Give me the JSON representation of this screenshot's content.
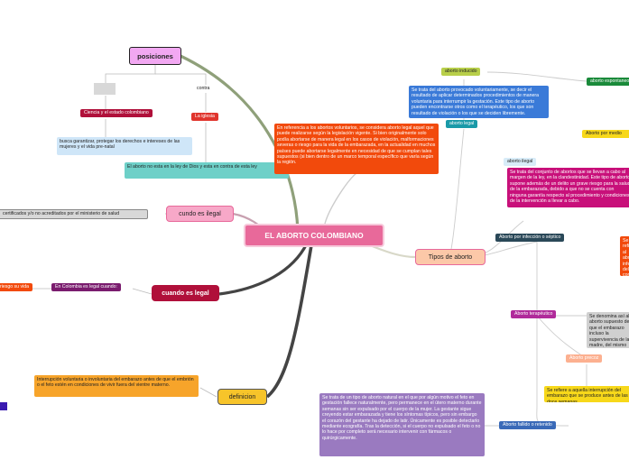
{
  "root": {
    "title": "EL  ABORTO COLOMBIANO"
  },
  "branches": {
    "posiciones": "posiciones",
    "cundo_es_ilegal": "cundo es ilegal",
    "cuando_es_legal": "cuando es legal",
    "definicion": "definicion",
    "tipos_de_aborto": "Tipos de aborto"
  },
  "posiciones": {
    "contra": "contra",
    "iglesia": "La iglesia",
    "iglesia_desc": "El aborto no esta en  la ley de Dios y esta en contra de esta ley",
    "iglesia_colombiano": "Ciencia y el estado colombiano",
    "derechos": "busca garantizar, protegar los derechos e intereses de las mujeres y el vida pre-natal"
  },
  "ilegal": {
    "certificados": "certificados y/o no acreditados por el ministerio de salud"
  },
  "legal": {
    "colombia": "En Colombia es legal cuando:",
    "riesgo": "riesgo su vida"
  },
  "definicion": {
    "text": "Interrupción voluntaria o involuntaria del embarazo antes de que el embrión o el feto estén en condiciones de vivir fuera del vientre materno."
  },
  "voluntarios": {
    "text": "En referencia a los abortos voluntarios, se considera aborto legal aquel que puede realizarse según la legislación vigente. Si bien originalmente solo podía abortarse de manera legal en los casos de violación, malformaciones severas o riesgo para la vida de la embarazada, en la actualidad en muchos países puede abortarse legalmente en necesidad de que se cumplan tales supuestos (si bien dentro de un marco temporal específico que varía según la región."
  },
  "tipos": {
    "inducido": "aborto inducido",
    "inducido_desc": "Se trata del aborto provocado voluntariamente, se decir el resultado de aplicar determinados procedimientos de manera voluntaria para interrumpir la gestación. Este tipo de aborto pueden encontrarse otros como el terapéutico, los que son resultado de violación o los que se deciden libremente.",
    "espontaneo": "aborto espontaneo",
    "por_medio": "Aborto por medio",
    "legal": "aborto legal",
    "ilegal": "aborto ilegal",
    "ilegal_desc": "Se trata del conjunto de abortos que se llevan a cabo al margen de la ley, en la clandestinidad. Este tipo de aborto supone además de un delito un grave riesgo para la salud de la embarazada, debido a que no se cuenta con ninguna garantía respecto al procedimiento y condiciones de la intervención a llevar a cabo.",
    "infeccion": "Aborto por infección o séptico",
    "infeccion_desc": "Se refiere al aborto infeccioso del contenido y sus cubiertas...",
    "terapeutico": "Aborto terapéutico",
    "terapeutico_desc": "Se denomina así al aborto supuesto de que el embarazo incluso la supervivencia de la madre, del mismo modo que en presencia de alteraciones del feto imposibilitan su supervivencia.",
    "precoz": "Aborto precoz",
    "precoz_desc": "Se refiere a aquella interrupción del embarazo que se produce antes de las doce semanas.",
    "fallido": "Aborto fallido o retenido",
    "fallido_desc": "Se trata de un tipo de aborto natural en el que por algún motivo el feto en gestación fallece naturalmente, pero permanece en el útero materno durante semanas sin ser expulsado por el cuerpo de la mujer. La gestante sigue creyendo estar embarazada y tiene los síntomas típicos, pero sin embargo el corazón del gestante ha dejado de latir. Únicamente es posible detectarlo mediante ecografía. Tras la detección, si el cuerpo no expulsado el feto o no lo hace por completo será necesario intervenir con fármacos o quirúrgicamente."
  },
  "colors": {
    "root": "#e8699a",
    "posiciones": "#f2a8f2",
    "ilegal": "#f7a8c8",
    "legal": "#b0103a",
    "definicion": "#f7c42a",
    "tipos": "#fcc8a8",
    "trunk": "#555555"
  }
}
